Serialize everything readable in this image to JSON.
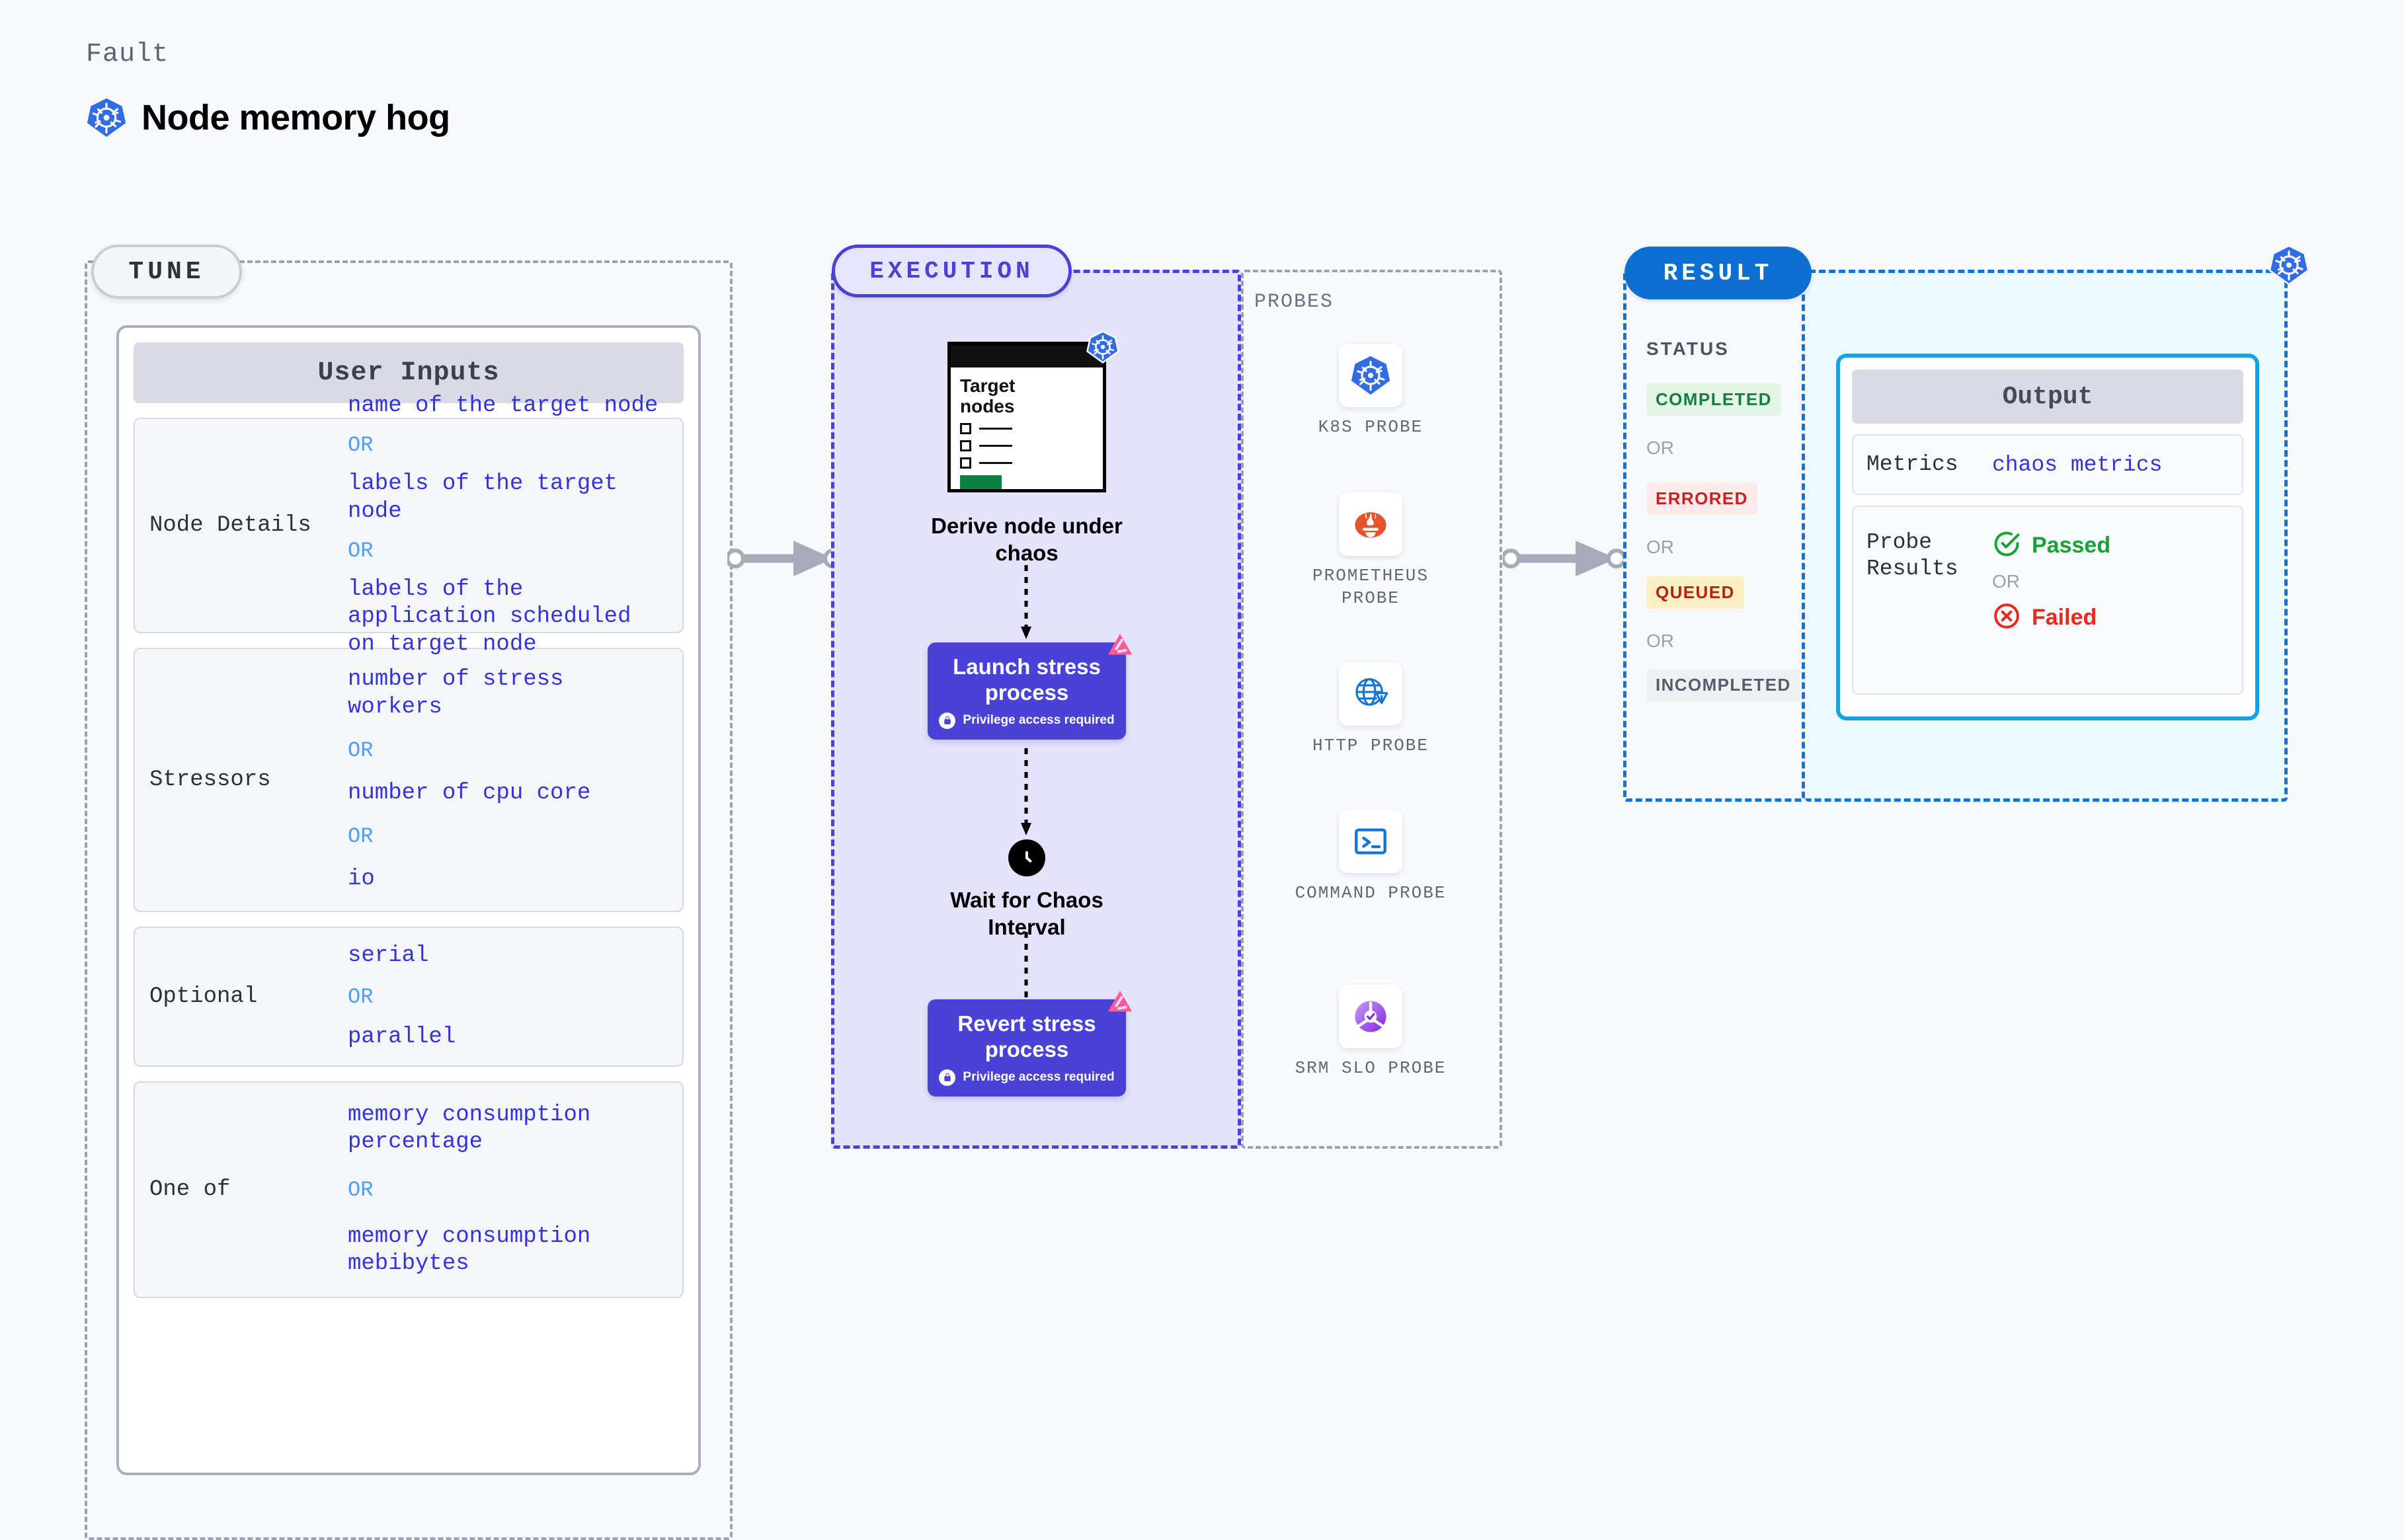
{
  "header": {
    "eyebrow": "Fault",
    "title": "Node memory hog",
    "icon": "kubernetes-icon"
  },
  "tune": {
    "pill_label": "TUNE",
    "card_title": "User Inputs",
    "groups": [
      {
        "label": "Node Details",
        "items": [
          "name of the target node",
          "labels of the target node",
          "labels of the application scheduled on target node"
        ],
        "separator": "OR"
      },
      {
        "label": "Stressors",
        "items": [
          "number of stress workers",
          "number of cpu core",
          "io"
        ],
        "separator": "OR"
      },
      {
        "label": "Optional",
        "items": [
          "serial",
          "parallel"
        ],
        "separator": "OR"
      },
      {
        "label": "One of",
        "items": [
          "memory consumption percentage",
          "memory consumption mebibytes"
        ],
        "separator": "OR"
      }
    ]
  },
  "execution": {
    "pill_label": "EXECUTION",
    "target_card": {
      "title_line1": "Target",
      "title_line2": "nodes",
      "icon": "kubernetes-icon"
    },
    "steps": [
      {
        "caption": "Derive node under chaos"
      },
      {
        "title": "Launch stress process",
        "note": "Privilege access required",
        "badge": "litmus-icon",
        "lock": "lock-icon"
      },
      {
        "caption": "Wait for Chaos Interval",
        "icon": "clock-icon"
      },
      {
        "title": "Revert stress process",
        "note": "Privilege access required",
        "badge": "litmus-icon",
        "lock": "lock-icon"
      }
    ]
  },
  "probes": {
    "title": "PROBES",
    "items": [
      {
        "label": "K8S PROBE",
        "icon": "kubernetes-icon"
      },
      {
        "label": "PROMETHEUS PROBE",
        "icon": "prometheus-icon"
      },
      {
        "label": "HTTP PROBE",
        "icon": "http-globe-warning-icon"
      },
      {
        "label": "COMMAND PROBE",
        "icon": "terminal-icon"
      },
      {
        "label": "SRM SLO PROBE",
        "icon": "srm-slo-icon"
      }
    ]
  },
  "result": {
    "pill_label": "RESULT",
    "status_title": "STATUS",
    "separator": "OR",
    "statuses": [
      {
        "label": "COMPLETED",
        "color": "#128040",
        "bg": "#e3f6e5"
      },
      {
        "label": "ERRORED",
        "color": "#cc1f1f",
        "bg": "#fdeaea"
      },
      {
        "label": "QUEUED",
        "color": "#b7210f",
        "bg": "#fdefc5"
      },
      {
        "label": "INCOMPLETED",
        "color": "#555c6b",
        "bg": "#eef0f4"
      }
    ],
    "k8s_badge": "kubernetes-icon"
  },
  "output": {
    "card_title": "Output",
    "rows": [
      {
        "label": "Metrics",
        "value": "chaos metrics"
      },
      {
        "label": "Probe Results",
        "pass": {
          "text": "Passed",
          "icon": "check-circle-icon",
          "color": "#17a436"
        },
        "separator": "OR",
        "fail": {
          "text": "Failed",
          "icon": "x-circle-icon",
          "color": "#e8291f"
        }
      }
    ]
  },
  "colors": {
    "canvas": "#f7f9fc",
    "execution_accent": "#4a42d6",
    "result_accent": "#0d6fd1",
    "output_accent": "#13a3e3",
    "tune_accent": "#9aa2b1",
    "kubernetes_blue": "#326ce5",
    "litmus_pink": "#ff5996"
  }
}
